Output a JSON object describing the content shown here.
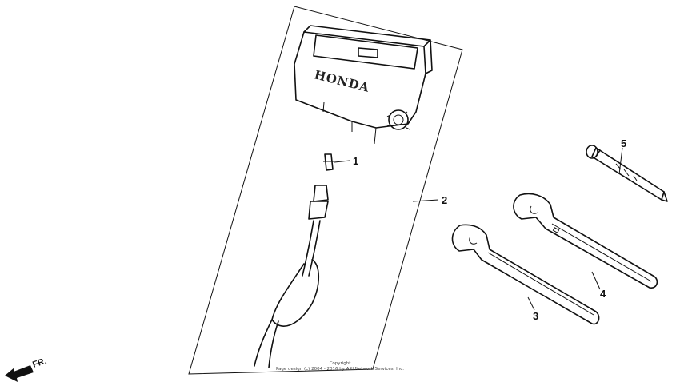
{
  "title": "",
  "brand_label": "HONDA",
  "direction_label": "FR.",
  "callouts": [
    {
      "number": "1",
      "part": "clip"
    },
    {
      "number": "2",
      "part": "gauge assembly with cable"
    },
    {
      "number": "3",
      "part": "spanner wrench"
    },
    {
      "number": "4",
      "part": "spanner wrench"
    },
    {
      "number": "5",
      "part": "pin"
    }
  ],
  "copyright": {
    "line1": "Copyright",
    "line2": "Page design (c) 2004 - 2016 by ARI Network Services, Inc."
  }
}
